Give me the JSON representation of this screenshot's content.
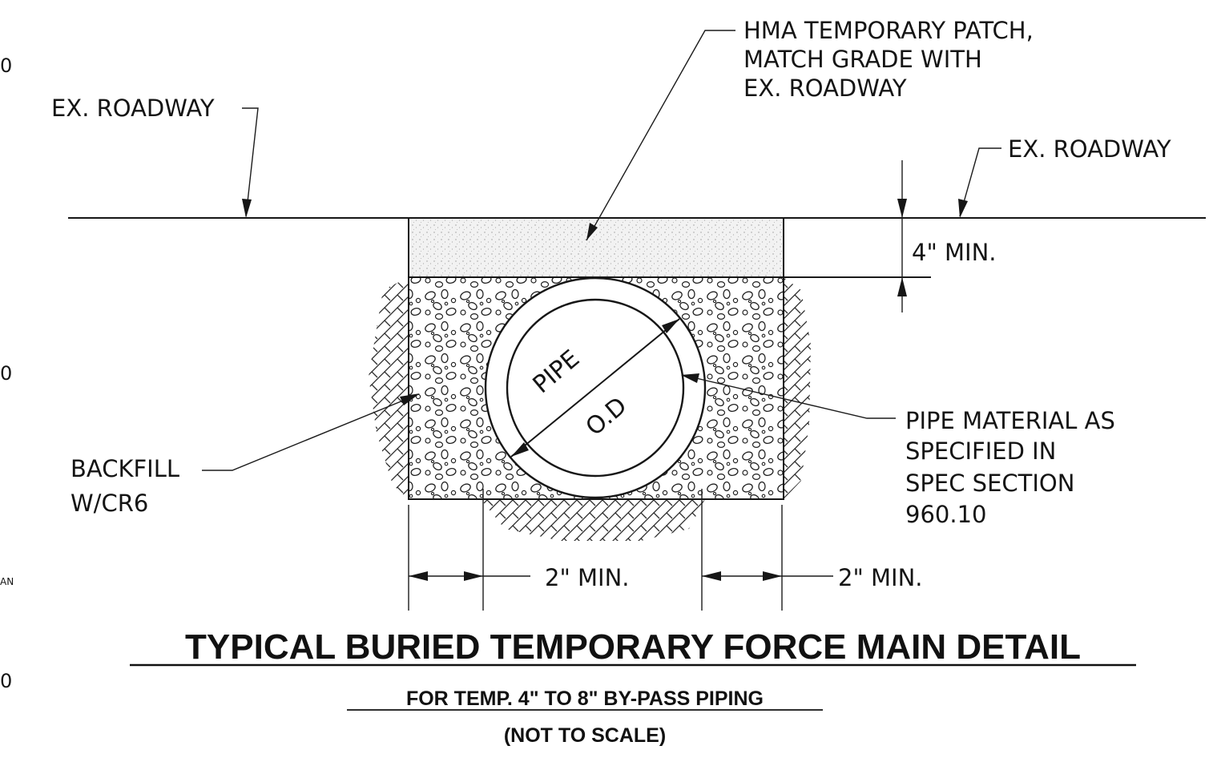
{
  "labels": {
    "hma_patch": [
      "HMA TEMPORARY PATCH,",
      "MATCH GRADE WITH",
      "EX. ROADWAY"
    ],
    "ex_roadway_left": "EX. ROADWAY",
    "ex_roadway_right": "EX. ROADWAY",
    "min_cover": "4\" MIN.",
    "pipe": "PIPE",
    "od": "O.D",
    "backfill": [
      "BACKFILL",
      "W/CR6"
    ],
    "pipe_material": [
      "PIPE MATERIAL AS",
      "SPECIFIED IN",
      "SPEC SECTION",
      "960.10"
    ],
    "min_left": "2\" MIN.",
    "min_right": "2\" MIN."
  },
  "title": {
    "main": "TYPICAL BURIED TEMPORARY FORCE MAIN DETAIL",
    "sub": "FOR TEMP. 4\" TO 8\" BY-PASS PIPING",
    "scale": "(NOT TO SCALE)"
  },
  "margin_marks": [
    "0",
    "0",
    "AN",
    "0"
  ],
  "colors": {
    "ink": "#161616",
    "paper": "#ffffff",
    "patch_fill": "#efefef"
  }
}
